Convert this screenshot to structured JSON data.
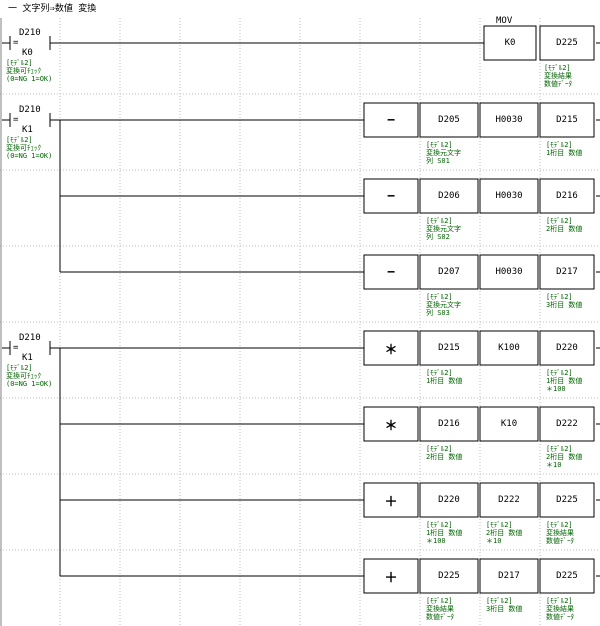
{
  "header": {
    "title": "一 文字列⇒数値 変換"
  },
  "rungs": [
    {
      "contact": {
        "device": "D210",
        "op": "=",
        "value": "K0",
        "comment": "[ﾓﾃﾞﾙ2]\n変換可ﾁｪｯｸ\n(0=NG 1=OK)"
      },
      "outputs": [
        {
          "instruction": "MOV",
          "operands": [
            "K0",
            "D225"
          ],
          "comments": [
            "",
            "[ﾓﾃﾞﾙ2]\n変換結果\n数値ﾃﾞｰﾀ"
          ]
        }
      ]
    },
    {
      "contact": {
        "device": "D210",
        "op": "=",
        "value": "K1",
        "comment": "[ﾓﾃﾞﾙ2]\n変換可ﾁｪｯｸ\n(0=NG 1=OK)"
      },
      "outputs": [
        {
          "instruction": "−",
          "operands": [
            "D205",
            "H0030",
            "D215"
          ],
          "comments": [
            "[ﾓﾃﾞﾙ2]\n変換元文字\n列 S01",
            "",
            "[ﾓﾃﾞﾙ2]\n1桁目 数値"
          ]
        },
        {
          "instruction": "−",
          "operands": [
            "D206",
            "H0030",
            "D216"
          ],
          "comments": [
            "[ﾓﾃﾞﾙ2]\n変換元文字\n列 S02",
            "",
            "[ﾓﾃﾞﾙ2]\n2桁目 数値"
          ]
        },
        {
          "instruction": "−",
          "operands": [
            "D207",
            "H0030",
            "D217"
          ],
          "comments": [
            "[ﾓﾃﾞﾙ2]\n変換元文字\n列 S03",
            "",
            "[ﾓﾃﾞﾙ2]\n3桁目 数値"
          ]
        }
      ]
    },
    {
      "contact": {
        "device": "D210",
        "op": "=",
        "value": "K1",
        "comment": "[ﾓﾃﾞﾙ2]\n変換可ﾁｪｯｸ\n(0=NG 1=OK)"
      },
      "outputs": [
        {
          "instruction": "＊",
          "operands": [
            "D215",
            "K100",
            "D220"
          ],
          "comments": [
            "[ﾓﾃﾞﾙ2]\n1桁目 数値",
            "",
            "[ﾓﾃﾞﾙ2]\n1桁目 数値\n＊100"
          ]
        },
        {
          "instruction": "＊",
          "operands": [
            "D216",
            "K10",
            "D222"
          ],
          "comments": [
            "[ﾓﾃﾞﾙ2]\n2桁目 数値",
            "",
            "[ﾓﾃﾞﾙ2]\n2桁目 数値\n＊10"
          ]
        },
        {
          "instruction": "＋",
          "operands": [
            "D220",
            "D222",
            "D225"
          ],
          "comments": [
            "[ﾓﾃﾞﾙ2]\n1桁目 数値\n＊100",
            "[ﾓﾃﾞﾙ2]\n2桁目 数値\n＊10",
            "[ﾓﾃﾞﾙ2]\n変換結果\n数値ﾃﾞｰﾀ"
          ]
        },
        {
          "instruction": "＋",
          "operands": [
            "D225",
            "D217",
            "D225"
          ],
          "comments": [
            "[ﾓﾃﾞﾙ2]\n変換結果\n数値ﾃﾞｰﾀ",
            "[ﾓﾃﾞﾙ2]\n3桁目 数値",
            "[ﾓﾃﾞﾙ2]\n変換結果\n数値ﾃﾞｰﾀ"
          ]
        }
      ]
    }
  ],
  "colors": {
    "line": "#000000",
    "comment": "#006400",
    "grid": "#bdbdbd"
  }
}
